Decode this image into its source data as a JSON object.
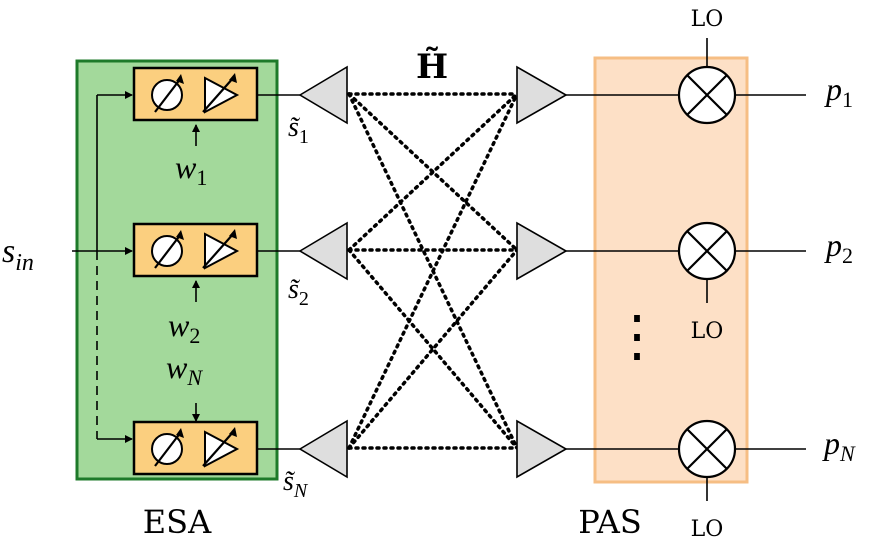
{
  "blocks": {
    "esa": {
      "label": "ESA",
      "fill": "#a3d99b",
      "stroke": "#1e7a2a"
    },
    "pas": {
      "label": "PAS",
      "fill": "#fde0c6",
      "stroke": "#f6be84"
    }
  },
  "channel": {
    "label": "H̃"
  },
  "input": {
    "base": "s",
    "sub": "in"
  },
  "weights": [
    {
      "base": "w",
      "sub": "1"
    },
    {
      "base": "w",
      "sub": "2"
    },
    {
      "base": "w",
      "sub": "N"
    }
  ],
  "tx_signals": [
    {
      "base": "s̃",
      "sub": "1"
    },
    {
      "base": "s̃",
      "sub": "2"
    },
    {
      "base": "s̃",
      "sub": "N"
    }
  ],
  "outputs": [
    {
      "base": "p",
      "sub": "1"
    },
    {
      "base": "p",
      "sub": "2"
    },
    {
      "base": "p",
      "sub": "N"
    }
  ],
  "lo_label": "LO",
  "ellipsis": "⋮",
  "colors": {
    "cell_fill": "#fbcf7f",
    "antenna_fill": "#dedede",
    "line": "#000000"
  },
  "icons": [
    "phase-shifter-icon",
    "amplifier-icon",
    "antenna-icon",
    "mixer-icon"
  ]
}
